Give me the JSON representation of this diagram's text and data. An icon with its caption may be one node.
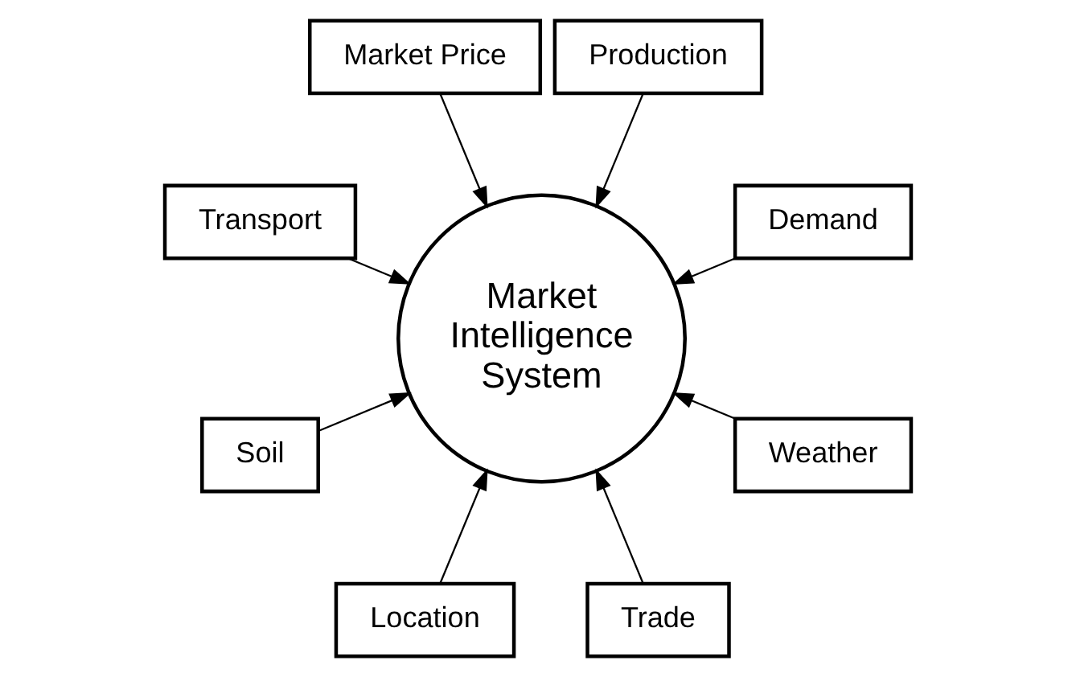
{
  "diagram": {
    "nodes": [
      {
        "text": [
          "Market Intelligence System"
        ]
      },
      {
        "text": [
          "Demand"
        ]
      },
      {
        "text": [
          "Production"
        ]
      },
      {
        "text": [
          "Market Price"
        ]
      },
      {
        "text": [
          "Transport"
        ]
      },
      {
        "text": [
          "Soil"
        ]
      },
      {
        "text": [
          "Location"
        ]
      },
      {
        "text": [
          "Trade"
        ]
      },
      {
        "text": [
          "Weather"
        ]
      }
    ],
    "edges": [
      {
        "from": 1,
        "to": 0,
        "arrow": "to"
      },
      {
        "from": 2,
        "to": 0,
        "arrow": "to"
      },
      {
        "from": 3,
        "to": 0,
        "arrow": "to"
      },
      {
        "from": 4,
        "to": 0,
        "arrow": "to"
      },
      {
        "from": 5,
        "to": 0,
        "arrow": "to"
      },
      {
        "from": 6,
        "to": 0,
        "arrow": "to"
      },
      {
        "from": 7,
        "to": 0,
        "arrow": "to"
      },
      {
        "from": 8,
        "to": 0,
        "arrow": "to"
      }
    ]
  }
}
